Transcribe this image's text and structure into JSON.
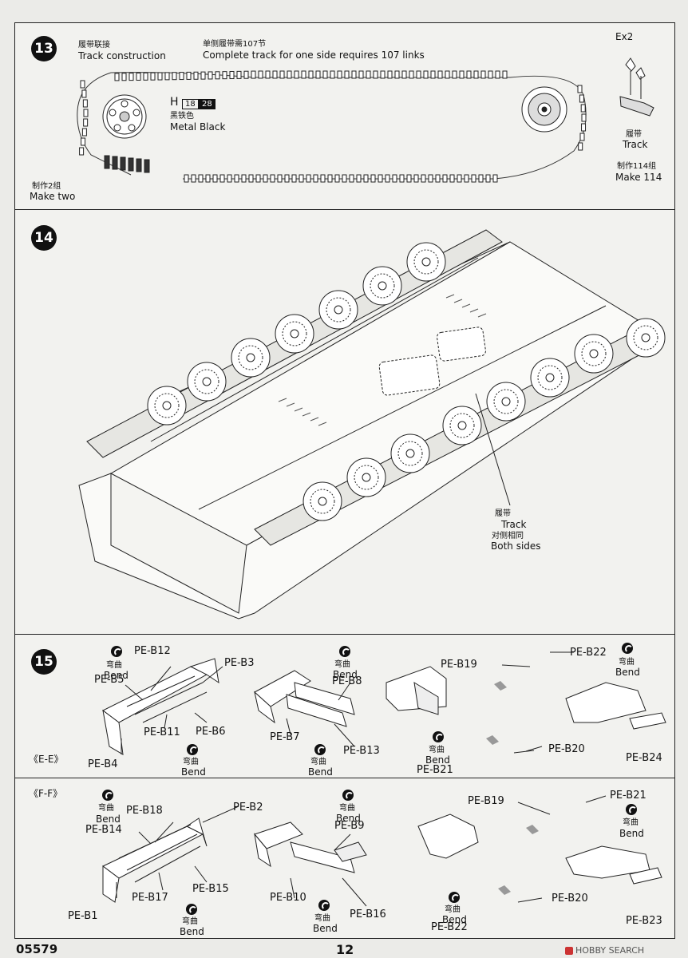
{
  "step13": {
    "number": "13",
    "title_cn": "履带联接",
    "title_en": "Track construction",
    "note_cn": "单侧履带需107节",
    "note_en": "Complete track for one side requires 107 links",
    "color_letter": "H",
    "color_code1": "18",
    "color_code2": "28",
    "color_cn": "黑铁色",
    "color_en": "Metal  Black",
    "make_two_cn": "制作2组",
    "make_two_en": "Make two",
    "ex": "Ex2",
    "track_cn": "履带",
    "track_en": "Track",
    "make114_cn": "制作114组",
    "make114_en": "Make 114"
  },
  "step14": {
    "number": "14",
    "track_cn": "履带",
    "track_en": "Track",
    "both_cn": "对侧相同",
    "both_en": "Both sides"
  },
  "step15": {
    "number": "15",
    "variant": "《E-E》",
    "bend_cn": "弯曲",
    "bend_en": "Bend",
    "parts": {
      "b12": "PE-B12",
      "b3": "PE-B3",
      "b5": "PE-B5",
      "b11": "PE-B11",
      "b6": "PE-B6",
      "b4": "PE-B4",
      "b8": "PE-B8",
      "b7": "PE-B7",
      "b13": "PE-B13",
      "b19": "PE-B19",
      "b22": "PE-B22",
      "b20": "PE-B20",
      "b21": "PE-B21",
      "b24": "PE-B24"
    }
  },
  "stepFF": {
    "variant": "《F-F》",
    "bend_cn": "弯曲",
    "bend_en": "Bend",
    "parts": {
      "b18": "PE-B18",
      "b2": "PE-B2",
      "b14": "PE-B14",
      "b17": "PE-B17",
      "b15": "PE-B15",
      "b1": "PE-B1",
      "b9": "PE-B9",
      "b10": "PE-B10",
      "b16": "PE-B16",
      "b19": "PE-B19",
      "b21": "PE-B21",
      "b20": "PE-B20",
      "b22": "PE-B22",
      "b23": "PE-B23"
    }
  },
  "footer": {
    "code": "05579",
    "page": "12",
    "watermark": "HOBBY SEARCH"
  }
}
